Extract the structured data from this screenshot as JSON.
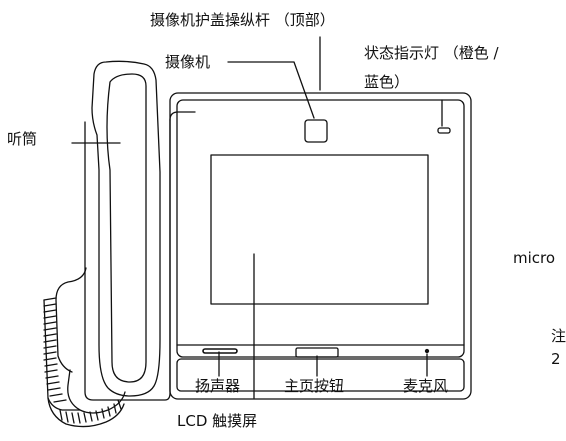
{
  "labels": {
    "privacy_lever": "摄像机护盖操纵杆 （顶部）",
    "camera": "摄像机",
    "status_indicator_line1": "状态指示灯 （橙色 /",
    "status_indicator_line2": "蓝色）",
    "handset": "听筒",
    "microphone_cut": "micro",
    "speaker": "扬声器",
    "home_button": "主页按钮",
    "microphone": "麦克风",
    "touchscreen": "LCD 触摸屏",
    "cut_glyph_1": "注",
    "cut_glyph_2": "2"
  },
  "colors": {
    "stroke": "#111111",
    "background": "#ffffff"
  }
}
